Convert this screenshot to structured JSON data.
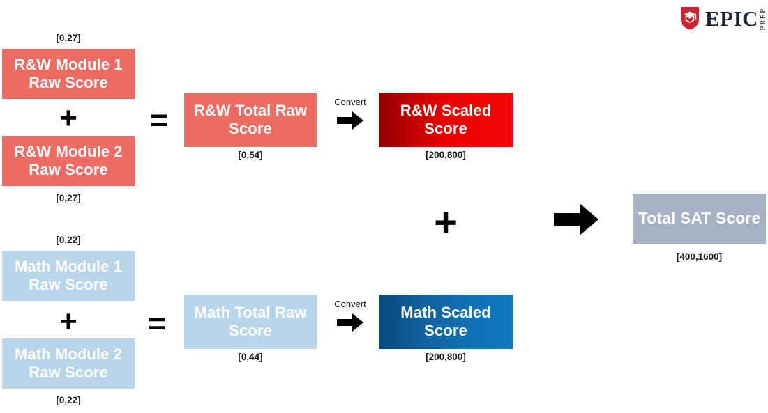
{
  "brand": {
    "name": "EPIC",
    "sub": "PREP",
    "shield_color": "#cf2030",
    "wordmark_color": "#1b2236",
    "shield_icon": "graduation-cap-shield-icon"
  },
  "palette": {
    "rw_module": "#ee6b63",
    "rw_total": "#ee6b63",
    "rw_total_border": "#9c9c6e",
    "rw_scaled_start": "#8f0000",
    "rw_scaled_end": "#f50505",
    "math_module": "#b9d5ea",
    "math_total": "#b9d5ea",
    "math_scaled_start": "#0a4a80",
    "math_scaled_end": "#0d79c0",
    "total_sat": "#a6b2c3",
    "operator": "#000000",
    "caption": "#1b1b1b"
  },
  "diagram": {
    "rw_module_1": {
      "label": "R&W Module 1 Raw Score",
      "range": "[0,27]"
    },
    "rw_module_2": {
      "label": "R&W Module 2 Raw Score",
      "range": "[0,27]"
    },
    "rw_total": {
      "label": "R&W Total Raw Score",
      "range": "[0,54]"
    },
    "rw_scaled": {
      "label": "R&W Scaled Score",
      "range": "[200,800]"
    },
    "math_module_1": {
      "label": "Math Module 1 Raw Score",
      "range": "[0,22]"
    },
    "math_module_2": {
      "label": "Math Module 2 Raw Score",
      "range": "[0,22]"
    },
    "math_total": {
      "label": "Math Total Raw Score",
      "range": "[0,44]"
    },
    "math_scaled": {
      "label": "Math Scaled Score",
      "range": "[200,800]"
    },
    "total_sat": {
      "label": "Total SAT Score",
      "range": "[400,1600]"
    },
    "operators": {
      "plus_rw": "+",
      "equals_rw": "=",
      "plus_math": "+",
      "equals_math": "=",
      "plus_scaled": "+"
    },
    "convert_rw": {
      "label": "Convert",
      "icon": "arrow-right-icon"
    },
    "convert_math": {
      "label": "Convert",
      "icon": "arrow-right-icon"
    },
    "final_arrow": {
      "icon": "arrow-right-icon"
    }
  }
}
